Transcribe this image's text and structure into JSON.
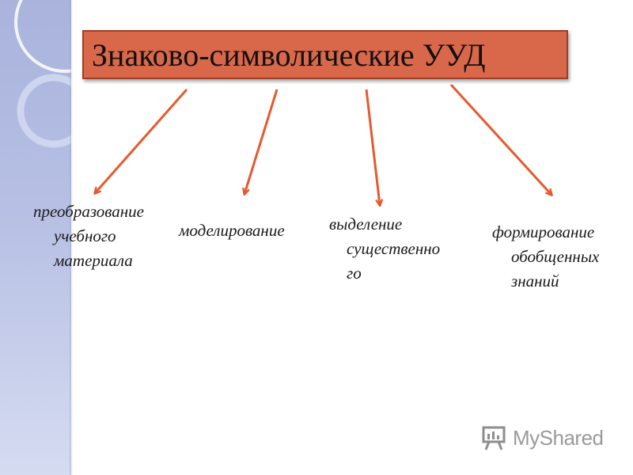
{
  "title": "Знаково-символические УУД",
  "branches": [
    {
      "lines": [
        "преобразование",
        "учебного",
        "материала"
      ]
    },
    {
      "lines": [
        "моделирование"
      ]
    },
    {
      "lines": [
        "выделение",
        "существенно",
        "го"
      ]
    },
    {
      "lines": [
        "формирование",
        "обобщенных",
        "знаний"
      ]
    }
  ],
  "watermark": {
    "text": "MyShared",
    "icon": "presentation-board-icon"
  },
  "colors": {
    "title_fill": "#d9674a",
    "title_border": "#9e3e26",
    "arrow": "#e8582e",
    "sidebar": "#b7c0e4"
  }
}
